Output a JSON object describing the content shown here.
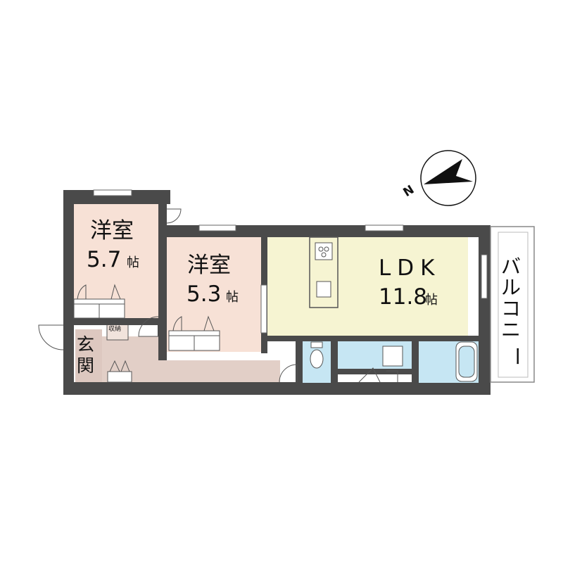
{
  "rooms": {
    "western1": {
      "name": "洋室",
      "area": "5.7",
      "unit": "帖"
    },
    "western2": {
      "name": "洋室",
      "area": "5.3",
      "unit": "帖"
    },
    "ldk": {
      "name": "LDK",
      "area": "11.8",
      "unit": "帖"
    },
    "entrance": {
      "line1": "玄",
      "line2": "関"
    },
    "storage": {
      "name": "収納"
    },
    "balcony": {
      "chars": [
        "バ",
        "ル",
        "コ",
        "ニ",
        "ー"
      ]
    }
  },
  "compass": {
    "label": "N"
  },
  "colors": {
    "wall": "#4a4a4a",
    "western": "#f7e1d6",
    "ldk": "#f6f4d2",
    "hall": "#e2cfc7",
    "water": "#c6e6f3",
    "entrance": "#ddc8c0"
  }
}
